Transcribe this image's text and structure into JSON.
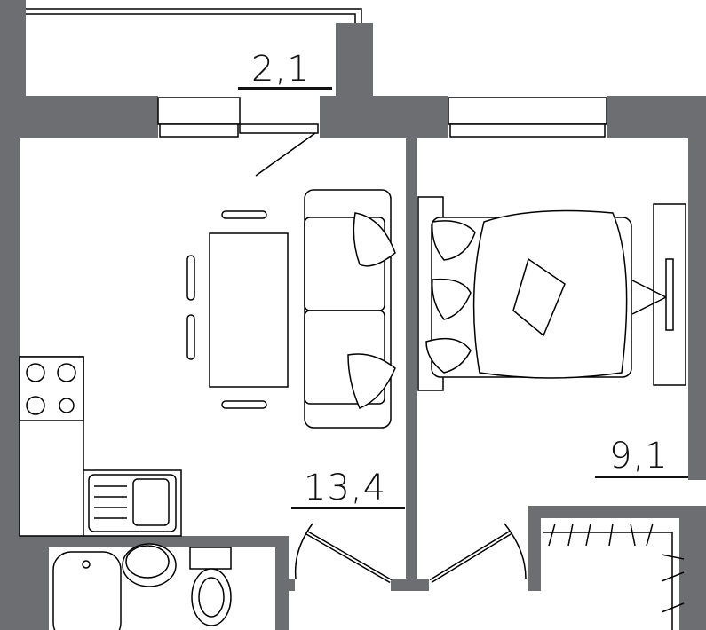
{
  "plan": {
    "wall_color": "#6d6e71",
    "rooms": [
      {
        "name": "balcony",
        "area": "2,1"
      },
      {
        "name": "kitchen-living",
        "area": "13,4"
      },
      {
        "name": "bedroom",
        "area": "9,1"
      }
    ]
  }
}
